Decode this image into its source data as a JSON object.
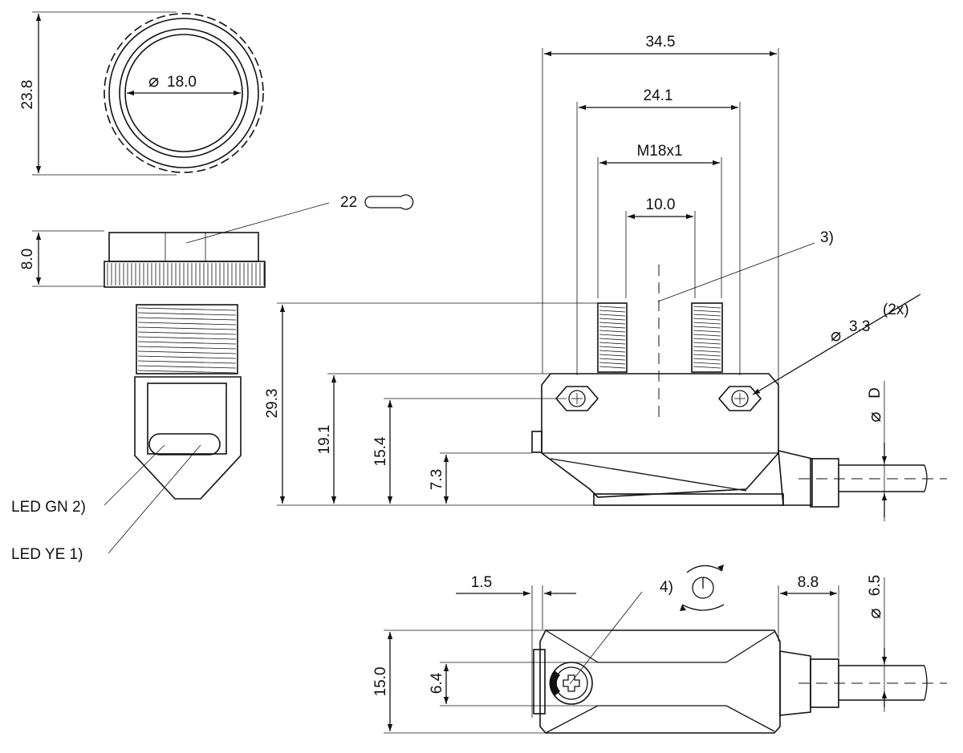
{
  "dimensions": {
    "nut_height": "23.8",
    "nut_diameter": "18.0",
    "nut_thickness": "8.0",
    "tool_ref": "22",
    "width_total": "34.5",
    "width_flange": "24.1",
    "thread": "M18x1",
    "width_inner": "10.0",
    "note_3": "3)",
    "hole_diameter": "3.3",
    "hole_count": "(2x)",
    "cable_d": "D",
    "height_total": "29.3",
    "height_flange": "19.1",
    "height_hole": "15.4",
    "height_base": "7.3",
    "offset_1": "1.5",
    "note_4": "4)",
    "cable_length": "8.8",
    "cable_diameter": "6.5",
    "depth_total": "15.0",
    "depth_inner": "6.4"
  },
  "labels": {
    "led_green": "LED GN 2)",
    "led_yellow": "LED YE 1)"
  },
  "symbols": {
    "diameter": "⌀"
  }
}
